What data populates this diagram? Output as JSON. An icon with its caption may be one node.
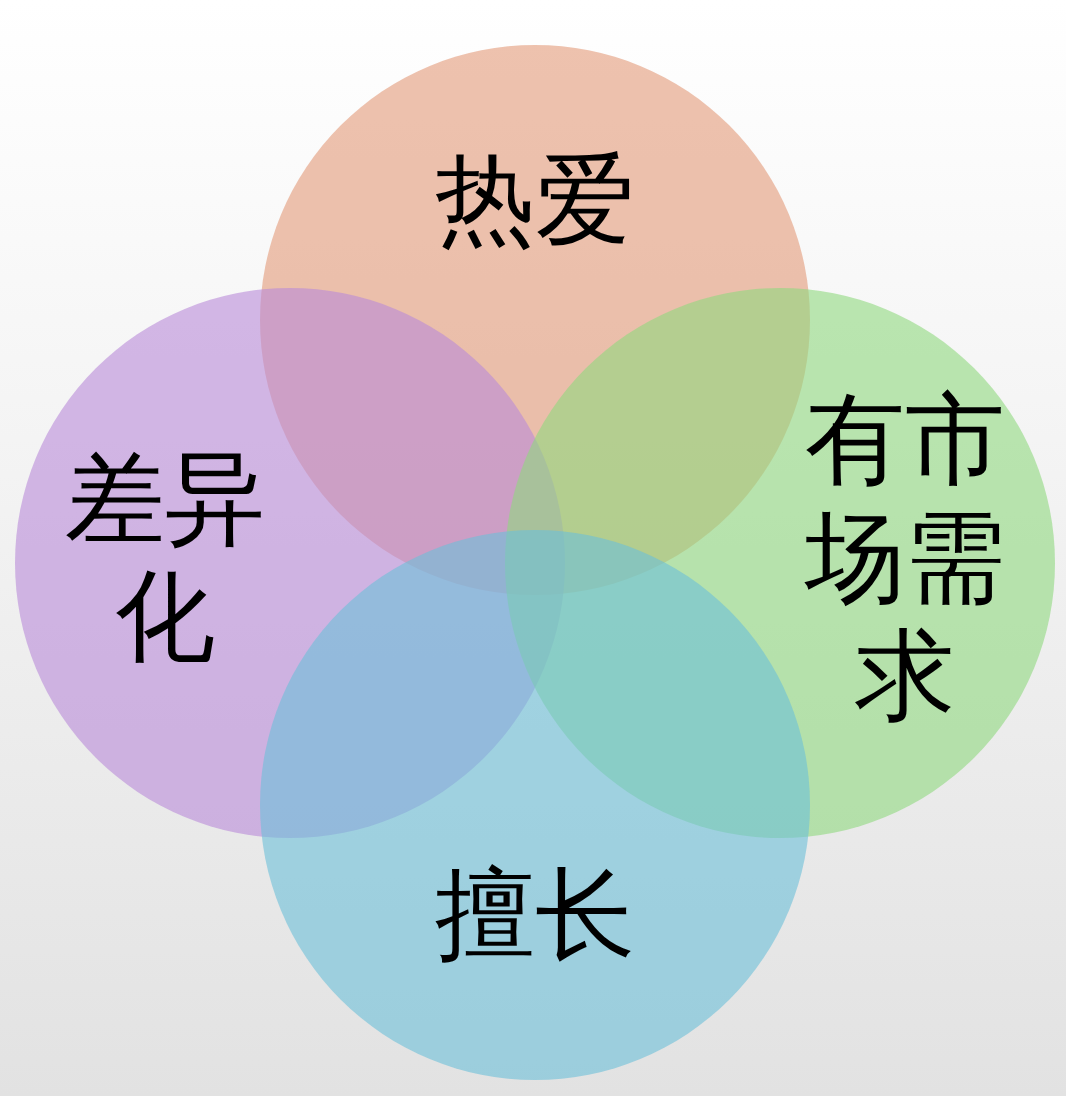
{
  "diagram": {
    "nodes": [
      {
        "text": [
          "热爱"
        ]
      },
      {
        "text": [
          "差异化"
        ]
      },
      {
        "text": [
          "有市场需求"
        ]
      },
      {
        "text": [
          "擅长"
        ]
      }
    ]
  }
}
